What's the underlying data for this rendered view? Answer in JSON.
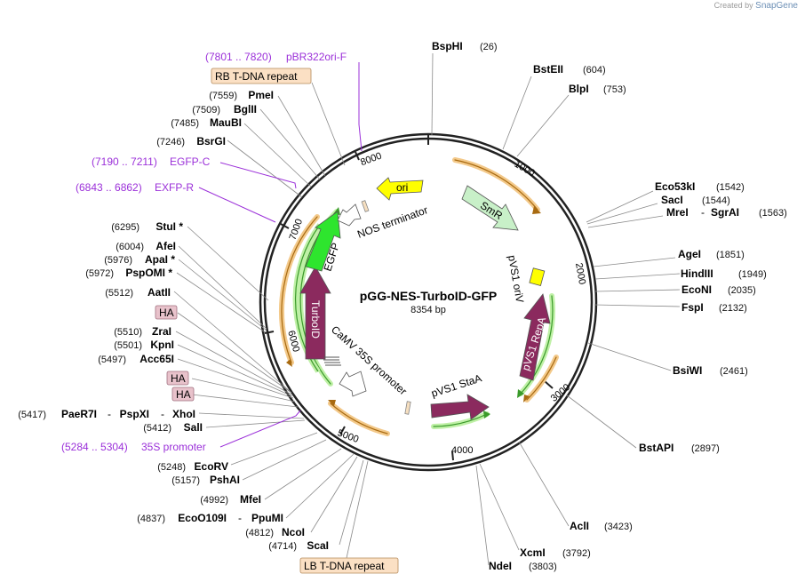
{
  "credit": {
    "prefix": "Created by",
    "brand": "SnapGene"
  },
  "plasmid": {
    "name": "pGG-NES-TurboID-GFP",
    "length_text": "8354 bp",
    "length": 8354
  },
  "ticks": [
    {
      "label": "1000",
      "bp": 1000
    },
    {
      "label": "2000",
      "bp": 2000
    },
    {
      "label": "3000",
      "bp": 3000
    },
    {
      "label": "4000",
      "bp": 4000
    },
    {
      "label": "5000",
      "bp": 5000
    },
    {
      "label": "6000",
      "bp": 6000
    },
    {
      "label": "7000",
      "bp": 7000
    },
    {
      "label": "8000",
      "bp": 8000
    }
  ],
  "features": [
    {
      "id": "ori",
      "label": "ori",
      "color": "#ffff00"
    },
    {
      "id": "smr",
      "label": "SmR",
      "color": "#c8f0c8"
    },
    {
      "id": "pvs1-oriv",
      "label": "pVS1 oriV",
      "color": "#ffff00"
    },
    {
      "id": "pvs1-repa",
      "label": "pVS1 RepA",
      "color": "#8b2a5e"
    },
    {
      "id": "pvs1-staa",
      "label": "pVS1 StaA",
      "color": "#8b2a5e"
    },
    {
      "id": "camv-35s",
      "label": "CaMV 35S promoter",
      "color": "#ffffff"
    },
    {
      "id": "turboid",
      "label": "TurboID",
      "color": "#8b2a5e"
    },
    {
      "id": "egfp",
      "label": "EGFP",
      "color": "#2ee52e"
    },
    {
      "id": "nos",
      "label": "NOS terminator",
      "color": "#ffffff"
    }
  ],
  "enzymes": [
    {
      "name": "BspHI",
      "pos": "(26)"
    },
    {
      "name": "BstEII",
      "pos": "(604)"
    },
    {
      "name": "BlpI",
      "pos": "(753)"
    },
    {
      "name": "Eco53kI",
      "pos": "(1542)"
    },
    {
      "name": "SacI",
      "pos": "(1544)"
    },
    {
      "name": "MreI",
      "sep": "-",
      "name2": "SgrAI",
      "pos": "(1563)"
    },
    {
      "name": "AgeI",
      "pos": "(1851)"
    },
    {
      "name": "HindIII",
      "pos": "(1949)"
    },
    {
      "name": "EcoNI",
      "pos": "(2035)"
    },
    {
      "name": "FspI",
      "pos": "(2132)"
    },
    {
      "name": "BsiWI",
      "pos": "(2461)"
    },
    {
      "name": "BstAPI",
      "pos": "(2897)"
    },
    {
      "name": "AclI",
      "pos": "(3423)"
    },
    {
      "name": "XcmI",
      "pos": "(3792)"
    },
    {
      "name": "NdeI",
      "pos": "(3803)"
    },
    {
      "name": "ScaI",
      "pos": "(4714)"
    },
    {
      "name": "NcoI",
      "pos": "(4812)"
    },
    {
      "name": "EcoO109I",
      "sep": "-",
      "name2": "PpuMI",
      "pos": "(4837)"
    },
    {
      "name": "MfeI",
      "pos": "(4992)"
    },
    {
      "name": "PshAI",
      "pos": "(5157)"
    },
    {
      "name": "EcoRV",
      "pos": "(5248)"
    },
    {
      "name": "SalI",
      "pos": "(5412)"
    },
    {
      "name": "PaeR7I",
      "sep": "-",
      "name2": "PspXI",
      "sep2": "-",
      "name3": "XhoI",
      "pos": "(5417)"
    },
    {
      "name": "Acc65I",
      "pos": "(5497)"
    },
    {
      "name": "KpnI",
      "pos": "(5501)"
    },
    {
      "name": "ZraI",
      "pos": "(5510)"
    },
    {
      "name": "AatII",
      "pos": "(5512)"
    },
    {
      "name": "PspOMI *",
      "pos": "(5972)"
    },
    {
      "name": "ApaI *",
      "pos": "(5976)"
    },
    {
      "name": "AfeI",
      "pos": "(6004)"
    },
    {
      "name": "StuI *",
      "pos": "(6295)"
    },
    {
      "name": "BsrGI",
      "pos": "(7246)"
    },
    {
      "name": "MauBI",
      "pos": "(7485)"
    },
    {
      "name": "BglII",
      "pos": "(7509)"
    },
    {
      "name": "PmeI",
      "pos": "(7559)"
    }
  ],
  "primers": [
    {
      "range": "(7801 .. 7820)",
      "name": "pBR322ori-F"
    },
    {
      "range": "(7190 .. 7211)",
      "name": "EGFP-C"
    },
    {
      "range": "(6843 .. 6862)",
      "name": "EXFP-R"
    },
    {
      "range": "(5284 .. 5304)",
      "name": "35S promoter"
    }
  ],
  "boxes": {
    "rb": "RB T-DNA repeat",
    "lb": "LB T-DNA repeat",
    "ha1": "HA",
    "ha2": "HA",
    "ha3": "HA"
  }
}
